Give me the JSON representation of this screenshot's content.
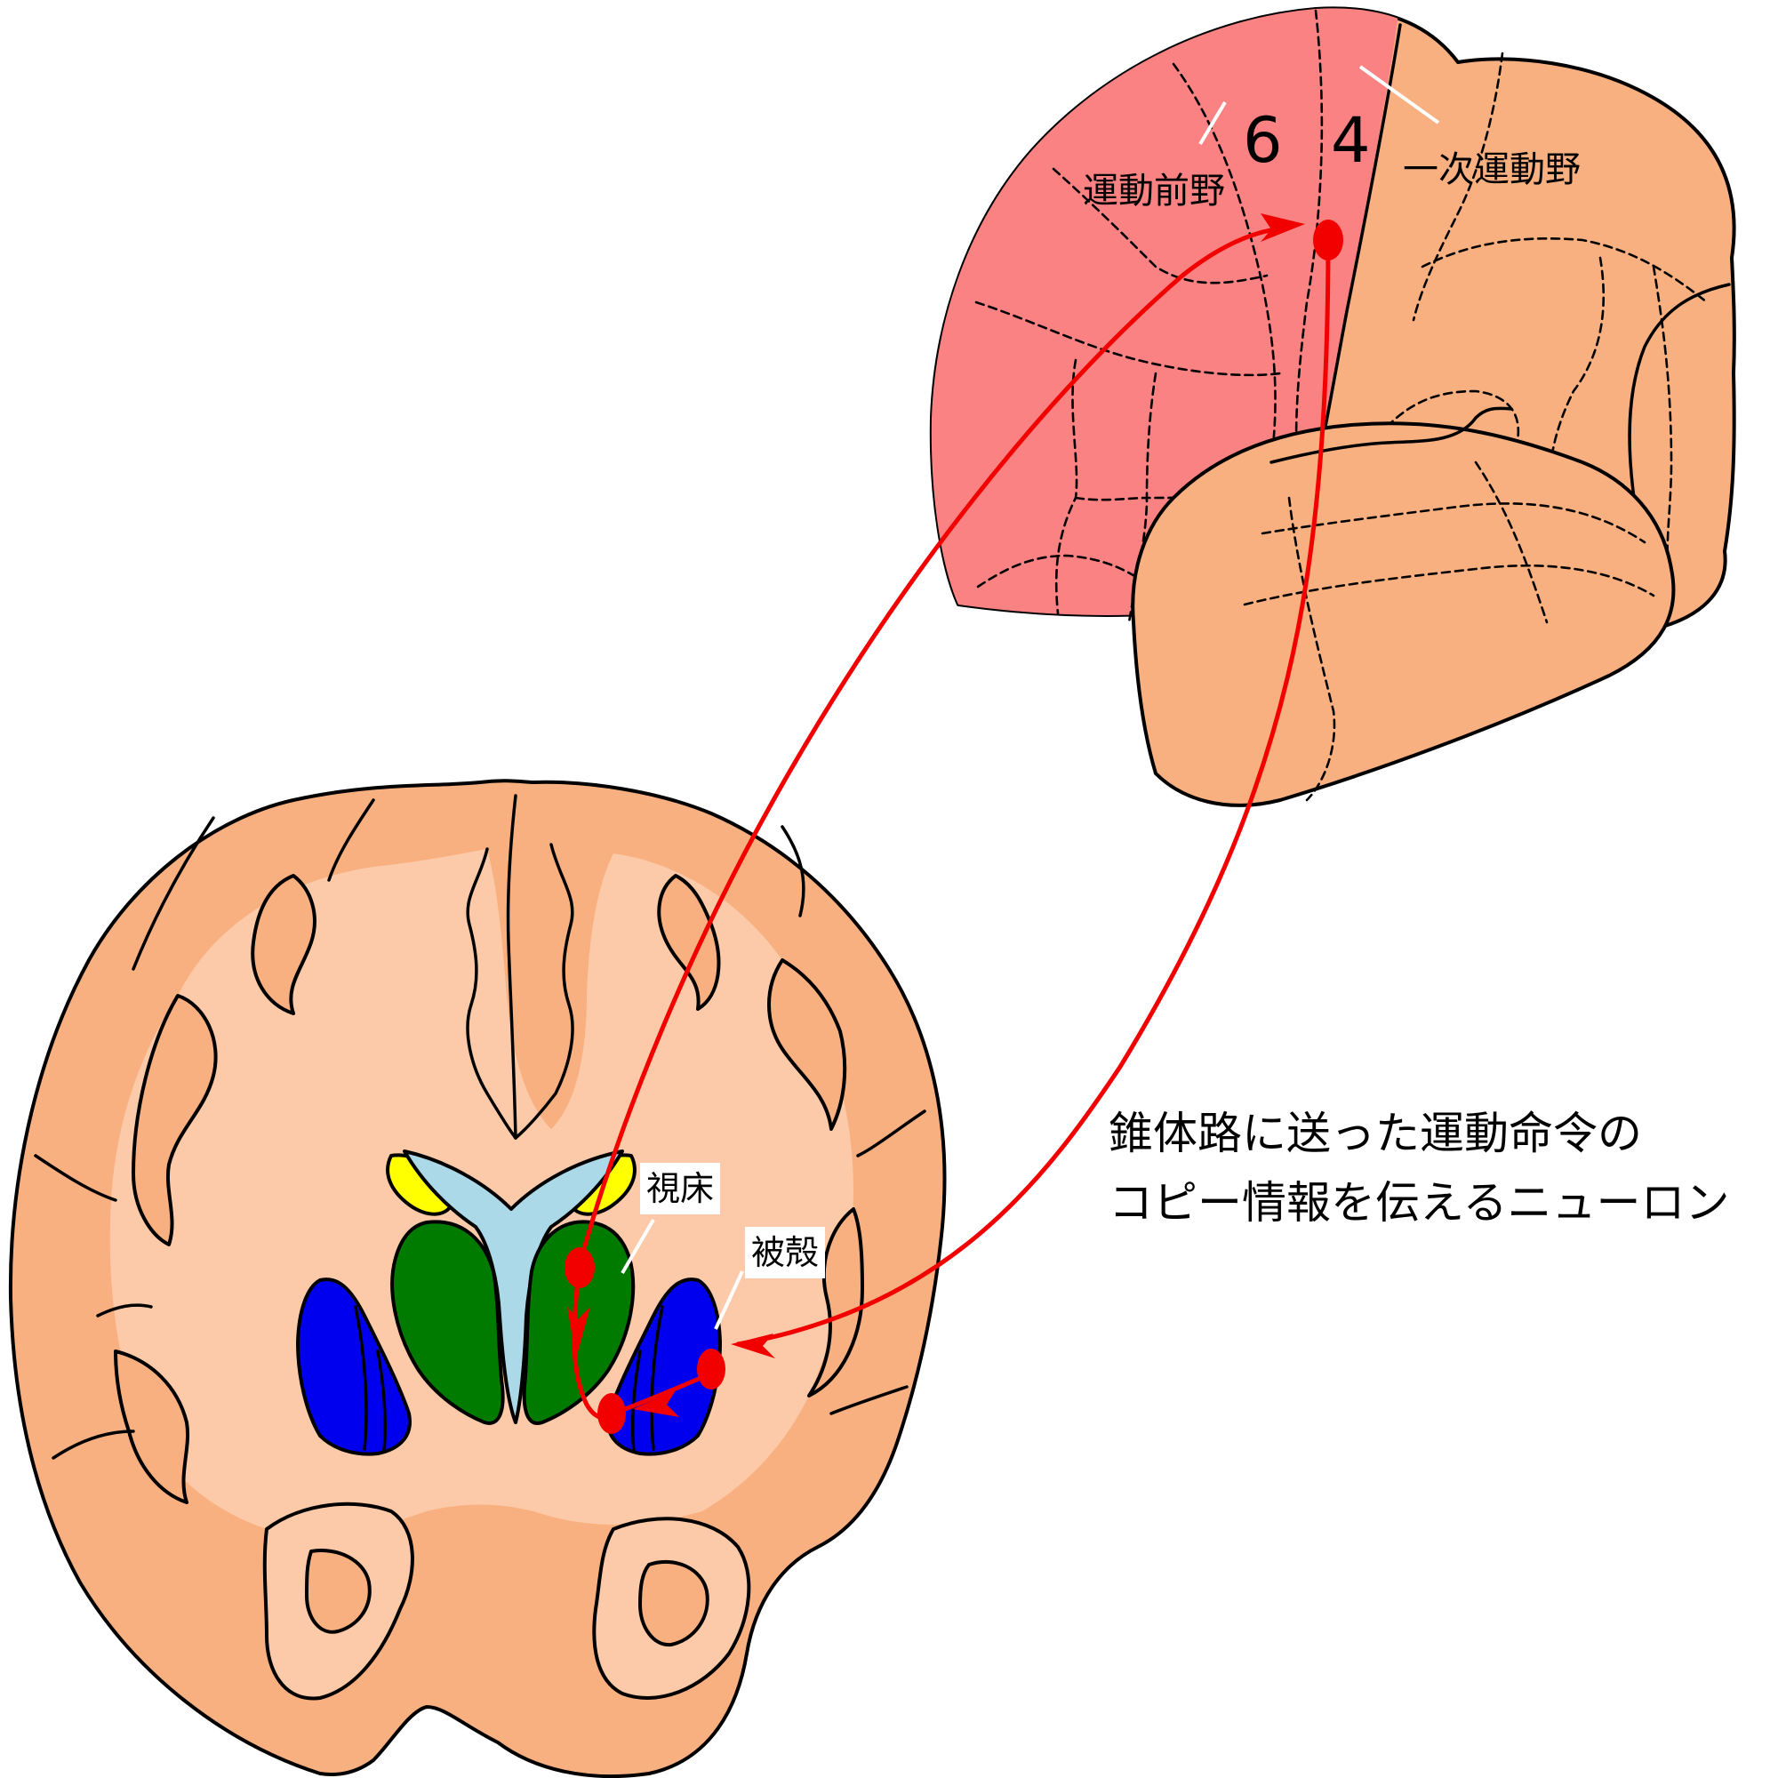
{
  "colors": {
    "frontal_motor_area": "#fa8282",
    "cortex": "#f9b080",
    "white_matter": "#fccaa8",
    "thalamus": "#017a00",
    "putamen": "#0000ee",
    "ventricle": "#acd9e8",
    "caudate": "#ffff00",
    "pathway": "#f20000",
    "outline": "#000000"
  },
  "lateral_view": {
    "area_6_number": "6",
    "area_4_number": "4",
    "premotor_label": "運動前野",
    "primary_motor_label": "一次運動野"
  },
  "coronal_view": {
    "thalamus_label": "視床",
    "putamen_label": "被殻"
  },
  "caption": {
    "line1": "錐体路に送った運動命令の",
    "line2": "コピー情報を伝えるニューロン"
  }
}
